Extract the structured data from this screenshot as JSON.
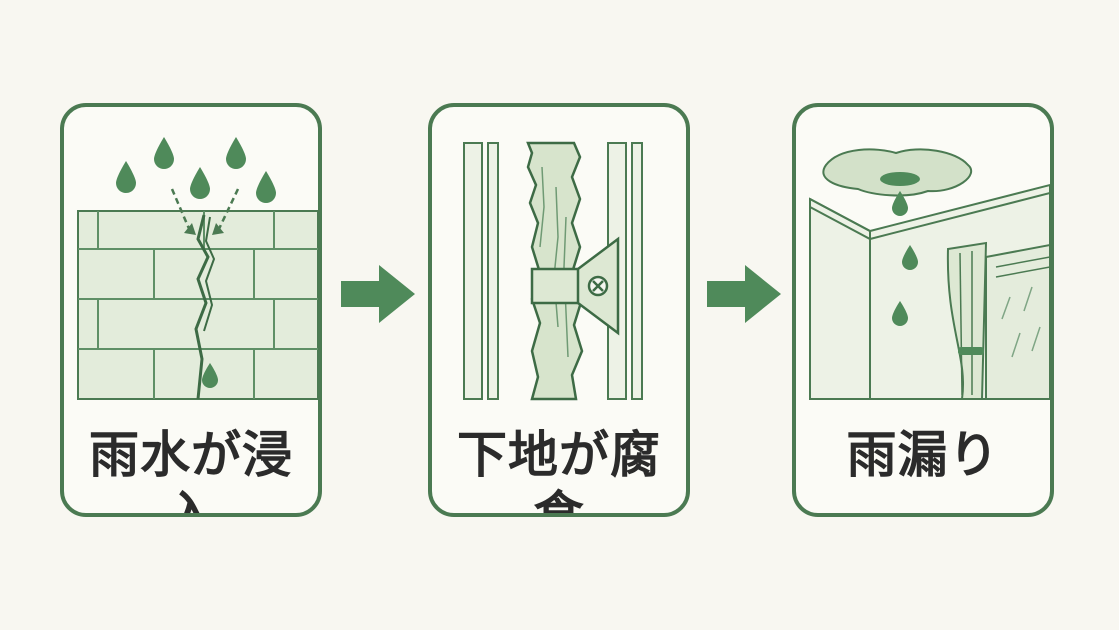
{
  "steps": [
    {
      "label": "雨水が浸入"
    },
    {
      "label": "下地が腐食"
    },
    {
      "label": "雨漏り"
    }
  ],
  "colors": {
    "border": "#4b7a52",
    "fill": "#e0ead8",
    "accent": "#4f8a5a",
    "background": "#f8f7f1"
  }
}
